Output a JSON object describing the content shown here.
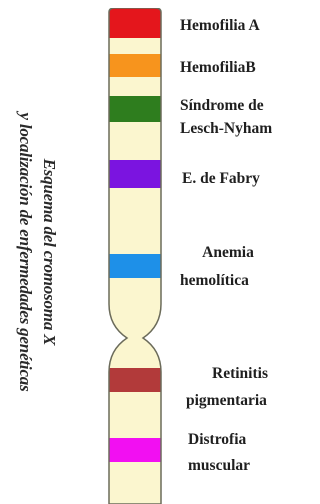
{
  "caption": {
    "line1": "Esquema del cromosoma X",
    "line2": "y localización de enfermedades genéticas"
  },
  "colors": {
    "chromosome_fill": "#fbf6cf",
    "chromosome_outline": "#6b6b5a"
  },
  "bands": [
    {
      "name": "hemofilia-a-band",
      "color": "#e4161c",
      "label": "Hemofilia A"
    },
    {
      "name": "hemofilia-b-band",
      "color": "#f7941d",
      "label": "HemofiliaB"
    },
    {
      "name": "lesch-nyham-band",
      "color": "#2e7d1e",
      "label_lines": [
        "Síndrome de",
        "Lesch-Nyham"
      ]
    },
    {
      "name": "fabry-band",
      "color": "#7b14e0",
      "label": "E. de Fabry"
    },
    {
      "name": "anemia-band",
      "color": "#1e90e8",
      "label_lines": [
        "Anemia",
        "hemolítica"
      ]
    },
    {
      "name": "retinitis-band",
      "color": "#b23a3a",
      "label_lines": [
        "Retinitis",
        "pigmentaria"
      ]
    },
    {
      "name": "distrofia-band",
      "color": "#f20ff2",
      "label_lines": [
        "Distrofia",
        "muscular"
      ]
    }
  ]
}
